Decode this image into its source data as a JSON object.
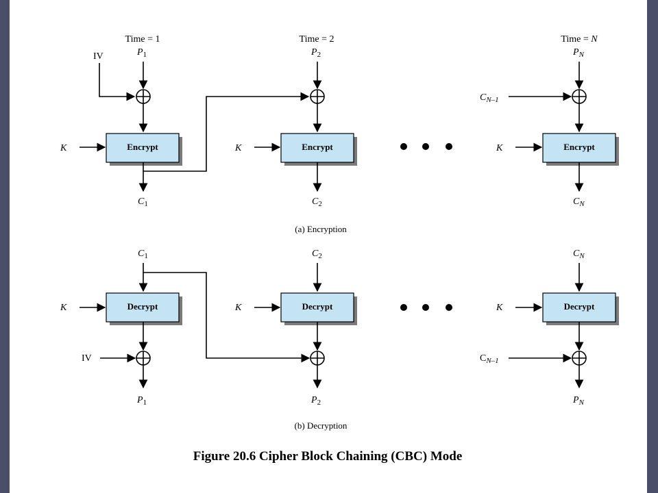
{
  "figure_title": "Figure 20.6 Cipher Block Chaining (CBC) Mode",
  "colors": {
    "box_fill": "#c4e4f4",
    "box_shadow": "#7a7a7a",
    "background": "#4a4e68"
  },
  "encryption": {
    "caption": "(a) Encryption",
    "time_labels": [
      "Time = 1",
      "Time = 2",
      "Time = N"
    ],
    "iv": "IV",
    "key": "K",
    "box_label": "Encrypt",
    "inputs": [
      {
        "base": "P",
        "sub": "1"
      },
      {
        "base": "P",
        "sub": "2"
      },
      {
        "base": "P",
        "sub": "N"
      }
    ],
    "outputs": [
      {
        "base": "C",
        "sub": "1"
      },
      {
        "base": "C",
        "sub": "2"
      },
      {
        "base": "C",
        "sub": "N"
      }
    ],
    "chain_in": {
      "base": "C",
      "sub": "N–1"
    }
  },
  "decryption": {
    "caption": "(b) Decryption",
    "iv": "IV",
    "key": "K",
    "box_label": "Decrypt",
    "inputs": [
      {
        "base": "C",
        "sub": "1"
      },
      {
        "base": "C",
        "sub": "2"
      },
      {
        "base": "C",
        "sub": "N"
      }
    ],
    "outputs": [
      {
        "base": "P",
        "sub": "1"
      },
      {
        "base": "P",
        "sub": "2"
      },
      {
        "base": "P",
        "sub": "N"
      }
    ],
    "chain_in": {
      "base": "C",
      "sub": "N–1"
    }
  }
}
